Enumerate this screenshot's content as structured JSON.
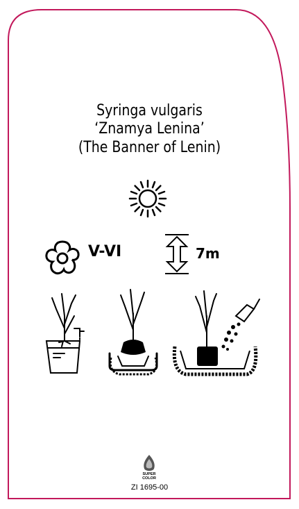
{
  "label": {
    "botanical_name": "Syringa vulgaris",
    "cultivar": "‘Znamya Lenina’",
    "common_name": "(The Banner of Lenin)",
    "flowering_months": "V-VI",
    "height": "7m",
    "logo_text_1": "SUPER",
    "logo_text_2": "COLOR",
    "code": "ZI 1695-00"
  },
  "colors": {
    "border": "#c2185b",
    "ink": "#000000"
  },
  "icons": [
    "sun-icon",
    "flower-icon",
    "height-arrow-icon",
    "watering-plant-icon",
    "planting-icon",
    "soil-filling-icon",
    "supercolor-logo-icon"
  ]
}
